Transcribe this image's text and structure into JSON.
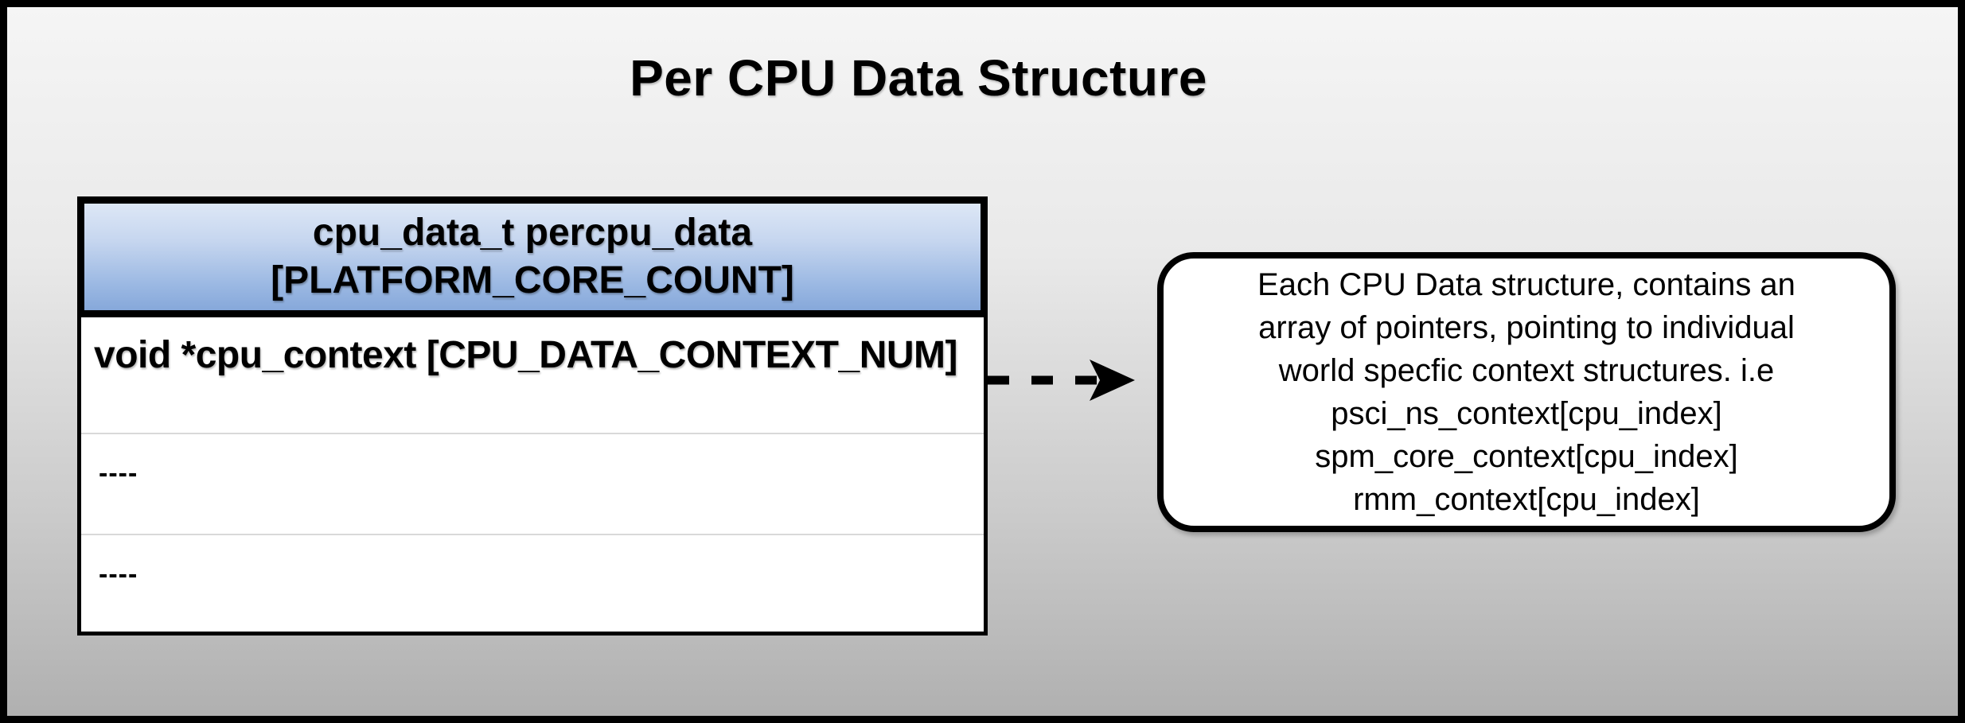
{
  "title": "Per CPU Data Structure",
  "struct_table": {
    "header_line1": "cpu_data_t percpu_data",
    "header_line2": "[PLATFORM_CORE_COUNT]",
    "rows": [
      {
        "label": "void *cpu_context [CPU_DATA_CONTEXT_NUM]"
      },
      {
        "label": "----"
      },
      {
        "label": "----"
      }
    ]
  },
  "annotation": {
    "lines": [
      "Each CPU Data structure, contains an",
      "array of pointers, pointing to individual",
      "world specfic context structures. i.e",
      "psci_ns_context[cpu_index]",
      "spm_core_context[cpu_index]",
      "rmm_context[cpu_index]"
    ]
  },
  "colors": {
    "background_top": "#f5f5f5",
    "background_bottom": "#b0b0b0",
    "header_gradient_top": "#dde7f6",
    "header_gradient_bottom": "#86a8da",
    "border": "#000000",
    "row_divider": "#d9d9d9",
    "text": "#000000",
    "row_background": "#ffffff"
  }
}
